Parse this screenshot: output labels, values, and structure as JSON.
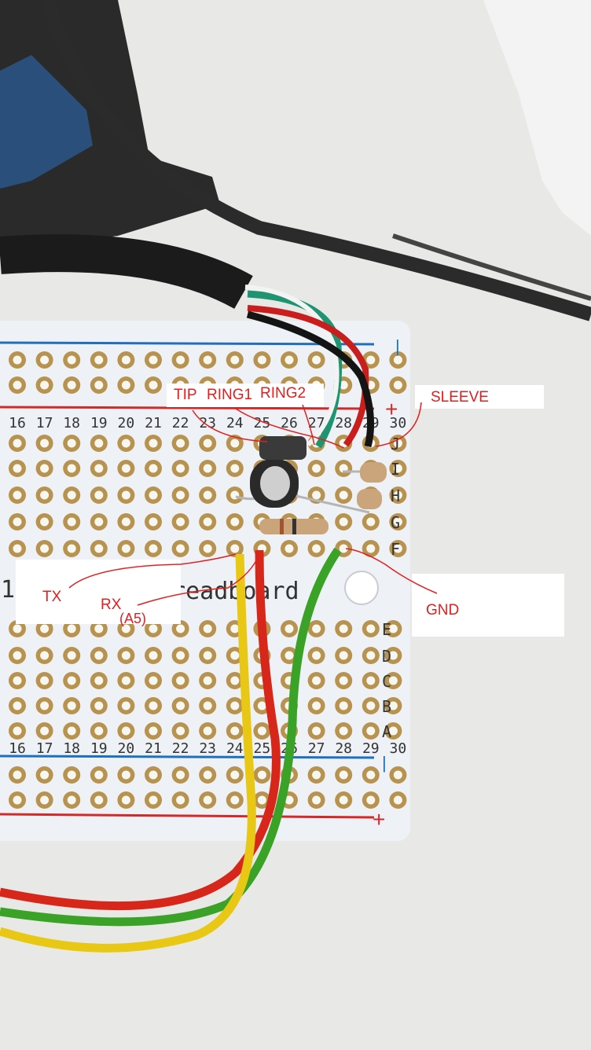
{
  "board": {
    "top_columns": [
      "16",
      "17",
      "18",
      "19",
      "20",
      "21",
      "22",
      "23",
      "24",
      "25",
      "26",
      "27",
      "28",
      "29",
      "30"
    ],
    "bottom_columns": [
      "16",
      "17",
      "18",
      "19",
      "20",
      "21",
      "22",
      "23",
      "24",
      "25",
      "26",
      "27",
      "28",
      "29",
      "30"
    ],
    "top_rows": [
      "J",
      "I",
      "H",
      "G",
      "F"
    ],
    "bottom_rows": [
      "E",
      "D",
      "C",
      "B",
      "A"
    ],
    "title_fragment": "1",
    "title_text": "Breadboard",
    "rail_plus": "+",
    "rail_minus": "|"
  },
  "annotations": {
    "tip": "TIP",
    "ring1": "RING1",
    "ring2": "RING2",
    "sleeve": "SLEEVE",
    "tx": "TX",
    "rx": "RX",
    "a5": "(A5)",
    "gnd": "GND"
  },
  "colors": {
    "annotation": "#e02020",
    "board": "#eef2f6",
    "pad": "#b89350",
    "rail_blue": "#1f6fc0",
    "rail_red": "#d22a2a",
    "wire_yellow": "#e8c814",
    "wire_red": "#d7261a",
    "wire_green": "#3aa226",
    "cable": "#1a1a1a"
  }
}
